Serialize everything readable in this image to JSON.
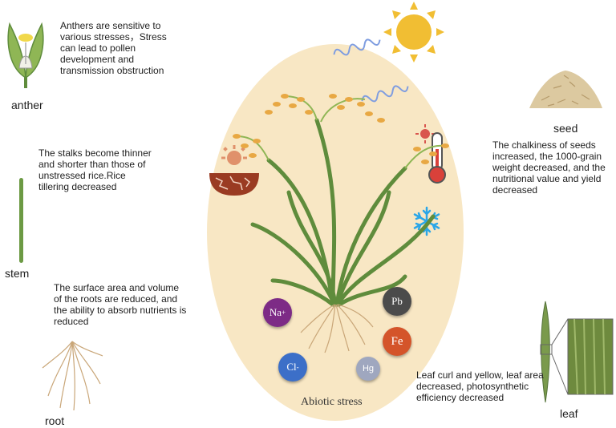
{
  "anther": {
    "label": "anther",
    "description": "Anthers are sensitive to various stresses，Stress can lead to pollen development and transmission obstruction"
  },
  "stem": {
    "label": "stem",
    "description": "The stalks become thinner and shorter than those of unstressed rice.Rice tillering decreased"
  },
  "root": {
    "label": "root",
    "description": "The surface area and volume of the roots are reduced, and the ability to absorb nutrients is reduced"
  },
  "seed": {
    "label": "seed",
    "description": "The chalkiness of seeds increased, the 1000-grain weight decreased, and the nutritional value and yield decreased"
  },
  "leaf": {
    "label": "leaf",
    "description": "Leaf curl and yellow, leaf area decreased, photosynthetic efficiency decreased"
  },
  "center": {
    "label": "Abiotic stress"
  },
  "ions": {
    "na": "Na",
    "na_sup": "+",
    "cl": "Cl",
    "cl_sup": "-",
    "pb": "Pb",
    "fe": "Fe",
    "hg": "Hg"
  },
  "colors": {
    "ellipse": "#f8e7c4",
    "sun": "#f1be33",
    "uv_wave": "#7f9de0",
    "snowflake": "#2aa6e8",
    "soil": "#9a3b22",
    "na_ion": "#7d2b86",
    "cl_ion": "#3c6fc8",
    "pb_ion": "#4b4b4b",
    "fe_ion": "#d4542a",
    "hg_ion": "#9fa7bf",
    "grain": "#e8a843",
    "leaf_green": "#5f8c3c"
  }
}
